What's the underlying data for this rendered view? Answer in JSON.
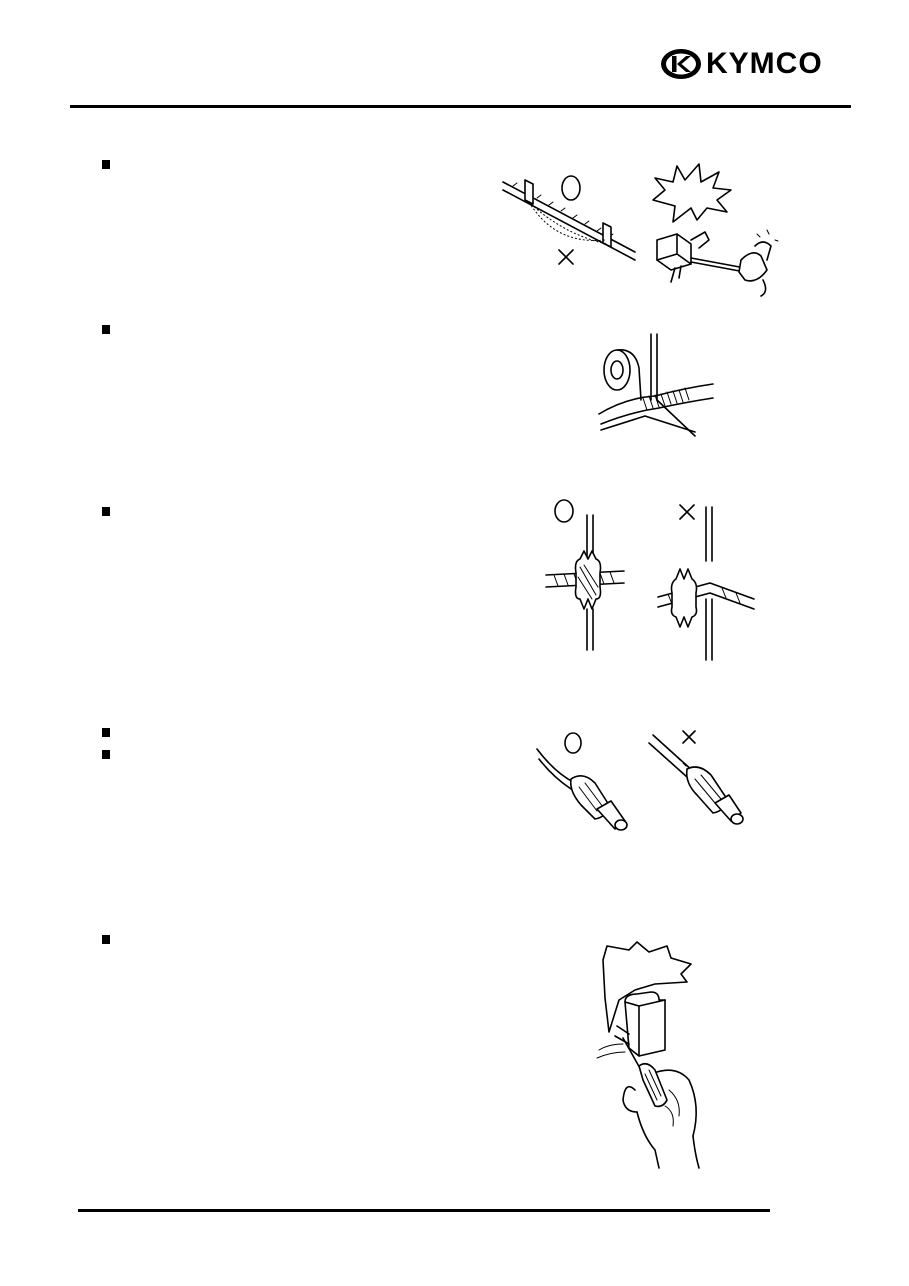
{
  "header": {
    "brand": "KYMCO",
    "logo_icon": "kymco-k-emblem"
  },
  "sections": [
    {
      "id": "clamp-wires",
      "bullet_count": 1,
      "figure": "harness-clamps-and-pulled-connector"
    },
    {
      "id": "tape-wires",
      "bullet_count": 1,
      "figure": "tape-wrapping-harness"
    },
    {
      "id": "grommet",
      "bullet_count": 1,
      "figure": "grommet-on-edge"
    },
    {
      "id": "connector-cover",
      "bullet_count": 2,
      "figure": "connector-boots"
    },
    {
      "id": "disconnect-connector",
      "bullet_count": 1,
      "figure": "screwdriver-on-connector"
    }
  ],
  "symbols": {
    "correct": "circle-mark",
    "incorrect": "cross-mark"
  }
}
